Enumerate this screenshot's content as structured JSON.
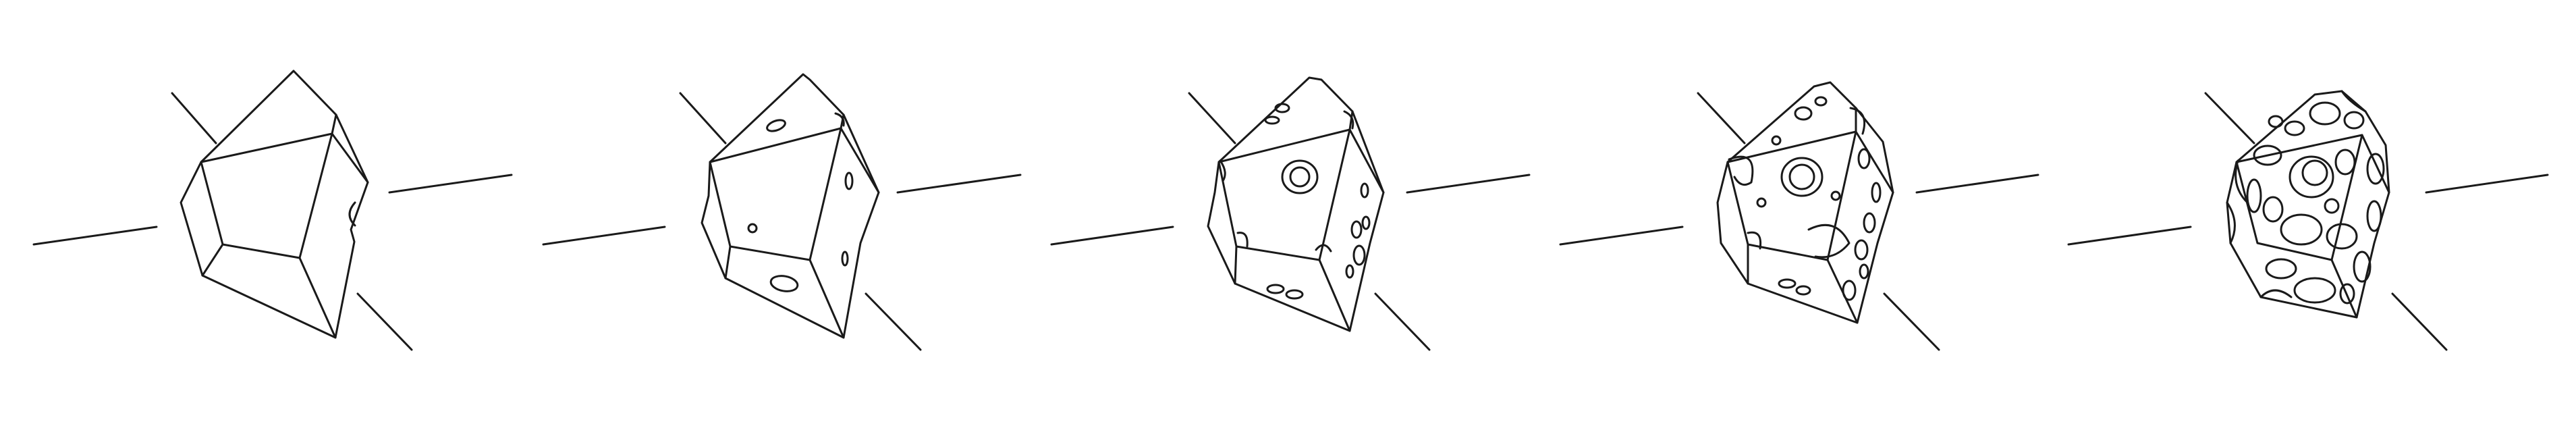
{
  "figure": {
    "description_kind": "line-drawing sequence",
    "stage_count": 5,
    "stroke_color": "#1a1a1a",
    "background_color": "#ffffff",
    "stages": [
      {
        "id": "stage-1",
        "hole_level": 0
      },
      {
        "id": "stage-2",
        "hole_level": 1
      },
      {
        "id": "stage-3",
        "hole_level": 2
      },
      {
        "id": "stage-4",
        "hole_level": 3
      },
      {
        "id": "stage-5",
        "hole_level": 4
      }
    ]
  }
}
